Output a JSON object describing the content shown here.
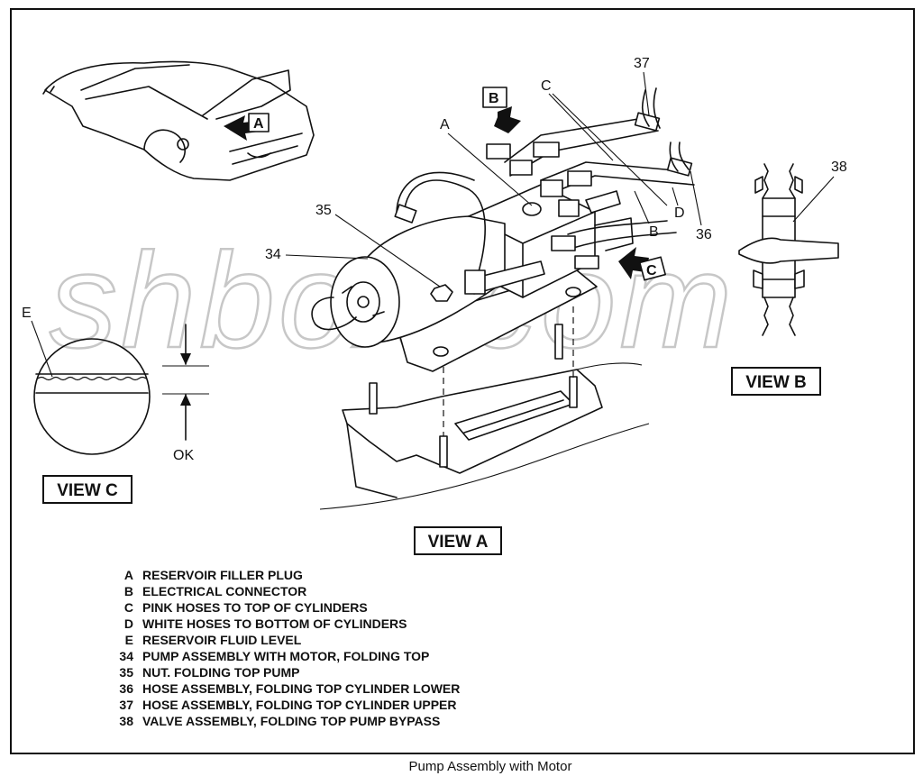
{
  "callouts": {
    "n37": "37",
    "n35": "35",
    "n34": "34",
    "n36": "36",
    "n38": "38",
    "a": "A",
    "b": "B",
    "c": "C",
    "d": "D",
    "e": "E",
    "arrow_a": "A",
    "arrow_b": "B",
    "arrow_c": "C"
  },
  "views": {
    "view_a": "VIEW A",
    "view_b": "VIEW B",
    "view_c": "VIEW C",
    "ok": "OK"
  },
  "watermark": "shbox.com",
  "legend": [
    {
      "key": "A",
      "text": "RESERVOIR FILLER PLUG"
    },
    {
      "key": "B",
      "text": "ELECTRICAL CONNECTOR"
    },
    {
      "key": "C",
      "text": "PINK HOSES TO TOP OF CYLINDERS"
    },
    {
      "key": "D",
      "text": "WHITE HOSES TO BOTTOM OF CYLINDERS"
    },
    {
      "key": "E",
      "text": "RESERVOIR FLUID LEVEL"
    },
    {
      "key": "34",
      "text": "PUMP ASSEMBLY WITH MOTOR, FOLDING TOP"
    },
    {
      "key": "35",
      "text": "NUT. FOLDING TOP PUMP"
    },
    {
      "key": "36",
      "text": "HOSE ASSEMBLY, FOLDING TOP CYLINDER LOWER"
    },
    {
      "key": "37",
      "text": "HOSE ASSEMBLY, FOLDING TOP CYLINDER UPPER"
    },
    {
      "key": "38",
      "text": "VALVE ASSEMBLY, FOLDING TOP PUMP BYPASS"
    }
  ],
  "caption": "Pump Assembly with Motor"
}
